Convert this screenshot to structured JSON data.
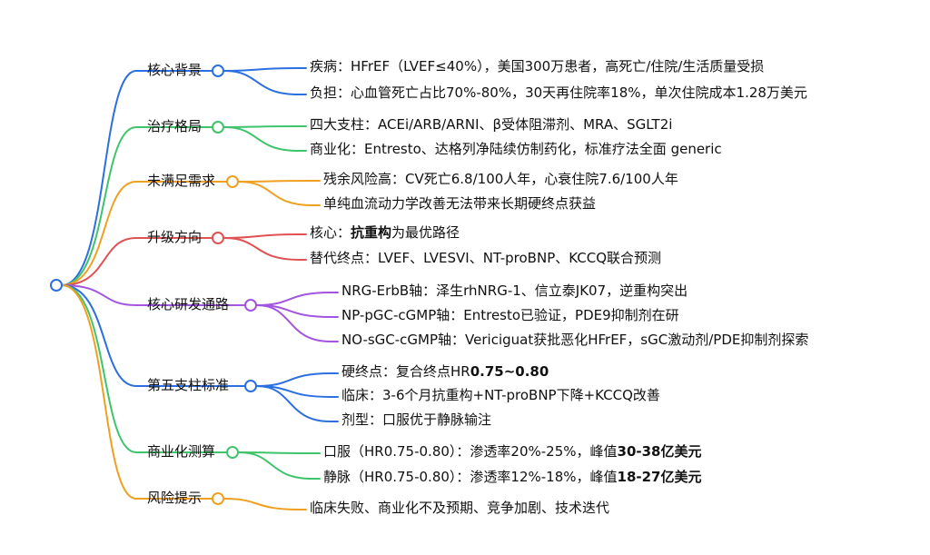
{
  "branches": [
    {
      "label": "核心背景",
      "color": "#2b6fe0",
      "leaves": [
        {
          "parts": [
            {
              "t": "疾病：HFrEF（LVEF≤40%），美国300万患者，高死亡/住院/生活质量受损",
              "b": false
            }
          ]
        },
        {
          "parts": [
            {
              "t": "负担：心血管死亡占比70%-80%，30天再住院率18%，单次住院成本1.28万美元",
              "b": false
            }
          ]
        }
      ]
    },
    {
      "label": "治疗格局",
      "color": "#3fc46b",
      "leaves": [
        {
          "parts": [
            {
              "t": "四大支柱：ACEi/ARB/ARNI、β受体阻滞剂、MRA、SGLT2i",
              "b": false
            }
          ]
        },
        {
          "parts": [
            {
              "t": "商业化：Entresto、达格列净陆续仿制药化，标准疗法全面 generic",
              "b": false
            }
          ]
        }
      ]
    },
    {
      "label": "未满足需求",
      "color": "#f0a020",
      "leaves": [
        {
          "parts": [
            {
              "t": "残余风险高：CV死亡6.8/100人年，心衰住院7.6/100人年",
              "b": false
            }
          ]
        },
        {
          "parts": [
            {
              "t": "单纯血流动力学改善无法带来长期硬终点获益",
              "b": false
            }
          ]
        }
      ]
    },
    {
      "label": "升级方向",
      "color": "#e05252",
      "leaves": [
        {
          "parts": [
            {
              "t": "核心：",
              "b": false
            },
            {
              "t": "抗重构",
              "b": true
            },
            {
              "t": "为最优路径",
              "b": false
            }
          ]
        },
        {
          "parts": [
            {
              "t": "替代终点：LVEF、LVESVI、NT-proBNP、KCCQ联合预测",
              "b": false
            }
          ]
        }
      ]
    },
    {
      "label": "核心研发通路",
      "color": "#a255e0",
      "leaves": [
        {
          "parts": [
            {
              "t": "NRG-ErbB轴：泽生rhNRG-1、信立泰JK07，逆重构突出",
              "b": false
            }
          ]
        },
        {
          "parts": [
            {
              "t": "NP-pGC-cGMP轴：Entresto已验证，PDE9抑制剂在研",
              "b": false
            }
          ]
        },
        {
          "parts": [
            {
              "t": "NO-sGC-cGMP轴：Vericiguat获批恶化HFrEF，sGC激动剂/PDE抑制剂探索",
              "b": false
            }
          ]
        }
      ]
    },
    {
      "label": "第五支柱标准",
      "color": "#2b6fe0",
      "leaves": [
        {
          "parts": [
            {
              "t": "硬终点：复合终点HR",
              "b": false
            },
            {
              "t": "0.75~0.80",
              "b": true
            }
          ]
        },
        {
          "parts": [
            {
              "t": "临床：3-6个月抗重构+NT-proBNP下降+KCCQ改善",
              "b": false
            }
          ]
        },
        {
          "parts": [
            {
              "t": "剂型：口服优于静脉输注",
              "b": false
            }
          ]
        }
      ]
    },
    {
      "label": "商业化测算",
      "color": "#3fc46b",
      "leaves": [
        {
          "parts": [
            {
              "t": "口服（HR0.75-0.80）：渗透率20%-25%，峰值",
              "b": false
            },
            {
              "t": "30-38亿美元",
              "b": true
            }
          ]
        },
        {
          "parts": [
            {
              "t": "静脉（HR0.75-0.80）：渗透率12%-18%，峰值",
              "b": false
            },
            {
              "t": "18-27亿美元",
              "b": true
            }
          ]
        }
      ]
    },
    {
      "label": "风险提示",
      "color": "#f0a020",
      "leaves": [
        {
          "parts": [
            {
              "t": "临床失败、商业化不及预期、竞争加剧、技术迭代",
              "b": false
            }
          ]
        }
      ]
    }
  ]
}
